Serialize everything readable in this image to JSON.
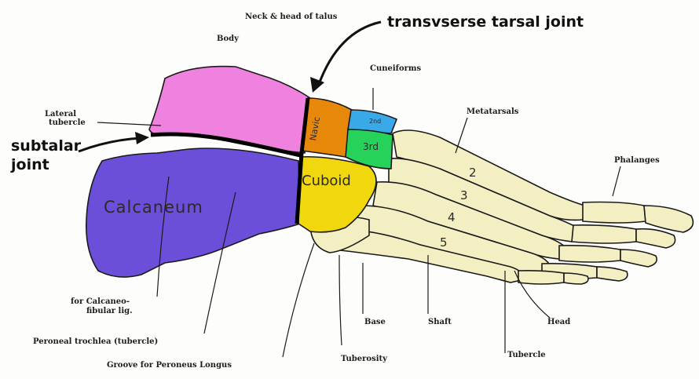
{
  "labels": {
    "neck_head_talus": "Neck & head of talus",
    "transverse_tarsal_joint": "transvserse tarsal joint",
    "body": "Body",
    "cuneiforms": "Cuneiforms",
    "metatarsals": "Metatarsals",
    "lateral_tubercle_line1": "Lateral",
    "lateral_tubercle_line2": "tubercle",
    "subtalar_joint_line1": "subtalar",
    "subtalar_joint_line2": "joint",
    "phalanges": "Phalanges",
    "calcaneofibular_line1": "for Calcaneo-",
    "calcaneofibular_line2": "fibular lig.",
    "peroneal_trochlea": "Peroneal trochlea (tubercle)",
    "groove_peroneus_longus": "Groove for Peroneus Longus",
    "base": "Base",
    "shaft": "Shaft",
    "head": "Head",
    "tuberosity": "Tuberosity",
    "tubercle": "Tubercle"
  },
  "bone_labels": {
    "calcaneum": "Calcaneum",
    "cuboid": "Cuboid",
    "navic": "Navic",
    "third_cuneiform": "3rd",
    "second_cuneiform": "2nd",
    "mt2": "2",
    "mt3": "3",
    "mt4": "4",
    "mt5": "5"
  },
  "colors": {
    "talus": "#ee82de",
    "calcaneus": "#6b4fd8",
    "navicular": "#e8880a",
    "cuboid": "#f1d70e",
    "cuneiform_lateral": "#26d25a",
    "cuneiform_intermediate": "#3aa9e8",
    "metatarsals_phalanges": "#f3efc2",
    "outline": "#1a1a1a"
  }
}
